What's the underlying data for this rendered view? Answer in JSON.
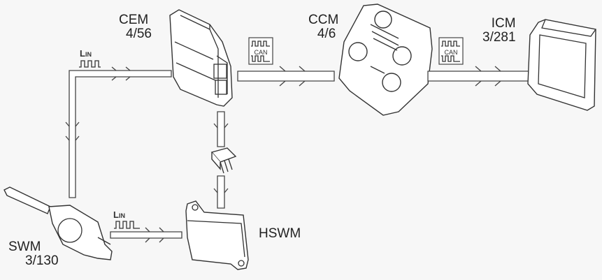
{
  "diagram": {
    "title": "",
    "nodes": [
      {
        "id": "cem",
        "name": "CEM",
        "code": "4/56"
      },
      {
        "id": "ccm",
        "name": "CCM",
        "code": "4/6"
      },
      {
        "id": "icm",
        "name": "ICM",
        "code": "3/281"
      },
      {
        "id": "swm",
        "name": "SWM",
        "code": "3/130"
      },
      {
        "id": "hswm",
        "name": "HSWM",
        "code": ""
      }
    ],
    "buses": [
      {
        "id": "lin-top",
        "label": "LIN",
        "from": "cem",
        "to": "swm"
      },
      {
        "id": "can-1",
        "label": "CAN",
        "from": "cem",
        "to": "ccm"
      },
      {
        "id": "can-2",
        "label": "CAN",
        "from": "ccm",
        "to": "icm"
      },
      {
        "id": "lin-bottom",
        "label": "LIN",
        "from": "swm",
        "to": "hswm"
      },
      {
        "id": "cem-hswm",
        "label": "",
        "from": "cem",
        "to": "hswm",
        "via": "connector"
      }
    ]
  }
}
